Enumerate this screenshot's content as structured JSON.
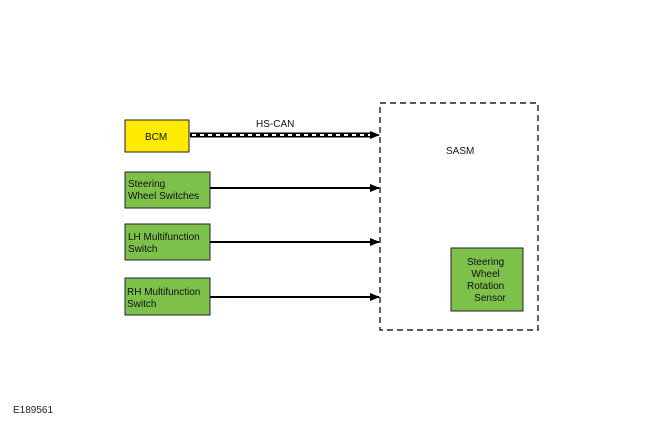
{
  "colors": {
    "bcm_fill": "#ffea00",
    "input_fill": "#7dc14b",
    "border": "#222222",
    "arrow": "#000000"
  },
  "diagram": {
    "bcm": {
      "label": "BCM"
    },
    "bus": {
      "label": "HS-CAN"
    },
    "inputs": [
      {
        "lines": [
          "Steering",
          "Wheel Switches"
        ]
      },
      {
        "lines": [
          "LH Multifunction",
          "Switch"
        ]
      },
      {
        "lines": [
          "RH Multifunction",
          "Switch"
        ]
      }
    ],
    "sasm": {
      "label": "SASM"
    },
    "sensor": {
      "lines": [
        "Steering",
        "Wheel",
        "Rotation",
        "Sensor"
      ]
    }
  },
  "figure_id": "E189561"
}
